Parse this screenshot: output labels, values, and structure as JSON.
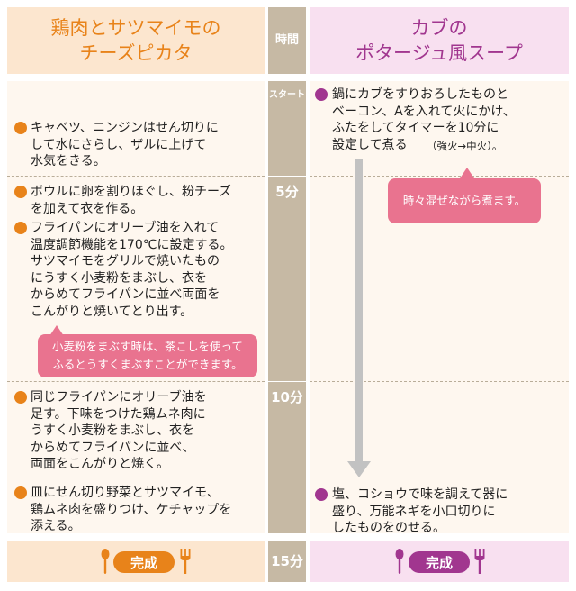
{
  "header": {
    "left_title": "鶏肉とサツマイモの\nチーズピカタ",
    "time_title": "時間",
    "right_title": "カブの\nポタージュ風スープ"
  },
  "times": {
    "start": "スタート",
    "t5": "5分",
    "t10": "10分",
    "t15": "15分"
  },
  "left_steps": [
    "キャベツ、ニンジンはせん切りに\nして水にさらし、ザルに上げて\n水気をきる。",
    "ボウルに卵を割りほぐし、粉チーズ\nを加えて衣を作る。",
    "フライパンにオリーブ油を入れて\n温度調節機能を170℃に設定する。\nサツマイモをグリルで焼いたもの\nにうすく小麦粉をまぶし、衣を\nからめてフライパンに並べ両面を\nこんがりと焼いてとり出す。",
    "同じフライパンにオリーブ油を\n足す。下味をつけた鶏ムネ肉に\nうすく小麦粉をまぶし、衣を\nからめてフライパンに並べ、\n両面をこんがりと焼く。",
    "皿にせん切り野菜とサツマイモ、\n鶏ムネ肉を盛りつけ、ケチャップを\n添える。"
  ],
  "right_steps": {
    "step1_main": "鍋にカブをすりおろしたものと\nベーコン、Aを入れて火にかけ、\nふたをしてタイマーを10分に\n設定して煮る",
    "step1_note": "（強火→中火）。",
    "step2": "塩、コショウで味を調えて器に\n盛り、万能ネギを小口切りに\nしたものをのせる。"
  },
  "tips": {
    "left": "小麦粉をまぶす時は、茶こしを使って\nふるとうすくまぶすことができます。",
    "right": "時々混ぜながら煮ます。"
  },
  "footer": {
    "left_done": "完成",
    "right_done": "完成"
  },
  "colors": {
    "orange": "#e8831a",
    "purple": "#a1368f",
    "tip_pink": "#e9738f",
    "time_column": "#c6b9a4"
  },
  "icons": [
    "spoon-icon",
    "fork-icon"
  ]
}
